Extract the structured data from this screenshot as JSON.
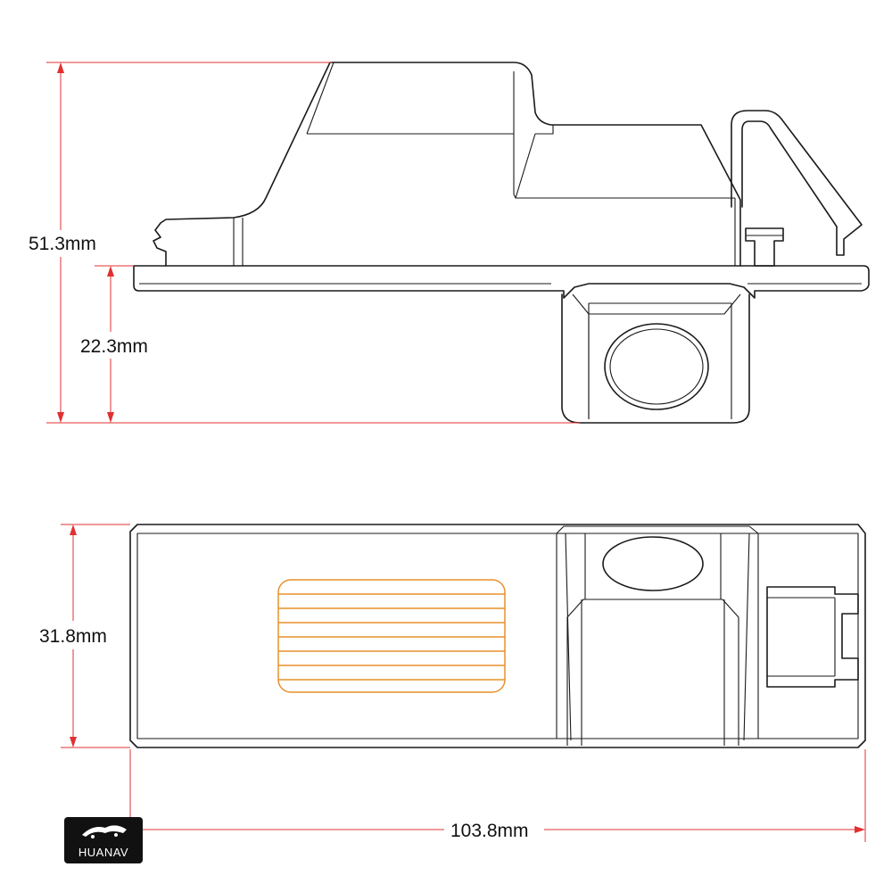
{
  "dimensions": {
    "total_height": "51.3mm",
    "lens_height": "22.3mm",
    "body_width": "31.8mm",
    "body_length": "103.8mm"
  },
  "logo": {
    "brand": "HUANAV"
  },
  "colors": {
    "dimension_line": "#e03030",
    "outline": "#1a1a1a",
    "led_panel": "#e8902a",
    "logo_background": "#111111"
  }
}
